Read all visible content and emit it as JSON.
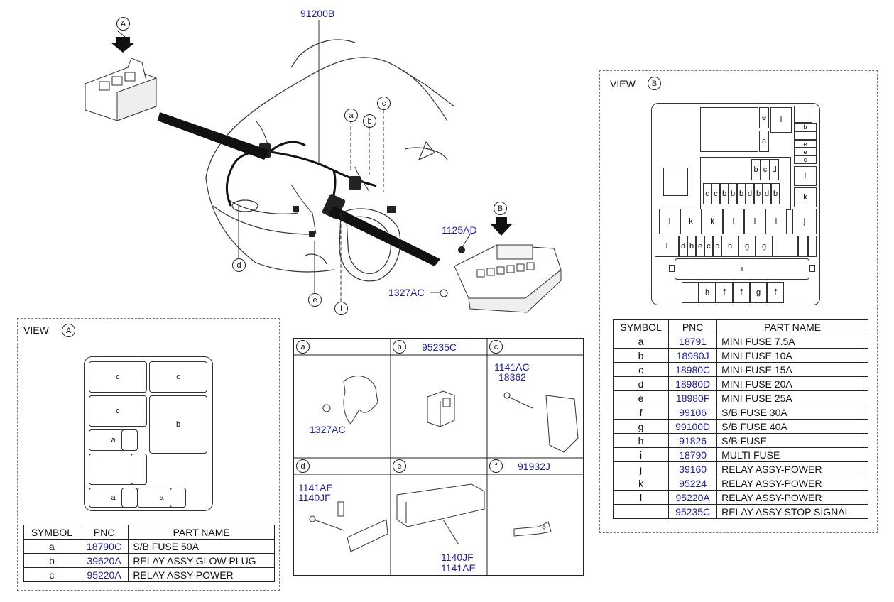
{
  "main": {
    "part_91200B": "91200B",
    "arrow_a": "A",
    "arrow_b": "B",
    "part_1125AD": "1125AD",
    "part_1327AC": "1327AC",
    "callouts": [
      "a",
      "b",
      "c",
      "d",
      "e",
      "f"
    ]
  },
  "view_a": {
    "title": "VIEW",
    "letter": "A",
    "slots": {
      "c": "c",
      "b": "b",
      "a": "a"
    },
    "table": {
      "headers": [
        "SYMBOL",
        "PNC",
        "PART NAME"
      ],
      "rows": [
        {
          "symbol": "a",
          "pnc": "18790C",
          "name": "S/B FUSE 50A"
        },
        {
          "symbol": "b",
          "pnc": "39620A",
          "name": "RELAY ASSY-GLOW PLUG"
        },
        {
          "symbol": "c",
          "pnc": "95220A",
          "name": "RELAY ASSY-POWER"
        }
      ]
    }
  },
  "view_b": {
    "title": "VIEW",
    "letter": "B",
    "table": {
      "headers": [
        "SYMBOL",
        "PNC",
        "PART NAME"
      ],
      "rows": [
        {
          "symbol": "a",
          "pnc": "18791",
          "name": "MINI FUSE 7.5A"
        },
        {
          "symbol": "b",
          "pnc": "18980J",
          "name": "MINI FUSE 10A"
        },
        {
          "symbol": "c",
          "pnc": "18980C",
          "name": "MINI FUSE 15A"
        },
        {
          "symbol": "d",
          "pnc": "18980D",
          "name": "MINI FUSE 20A"
        },
        {
          "symbol": "e",
          "pnc": "18980F",
          "name": "MINI FUSE 25A"
        },
        {
          "symbol": "f",
          "pnc": "99106",
          "name": "S/B FUSE 30A"
        },
        {
          "symbol": "g",
          "pnc": "99100D",
          "name": "S/B FUSE 40A"
        },
        {
          "symbol": "h",
          "pnc": "91826",
          "name": "S/B FUSE"
        },
        {
          "symbol": "i",
          "pnc": "18790",
          "name": "MULTI FUSE"
        },
        {
          "symbol": "j",
          "pnc": "39160",
          "name": "RELAY ASSY-POWER"
        },
        {
          "symbol": "k",
          "pnc": "95224",
          "name": "RELAY ASSY-POWER"
        },
        {
          "symbol": "l",
          "pnc": "95220A",
          "name": "RELAY ASSY-POWER"
        },
        {
          "symbol": "",
          "pnc": "95235C",
          "name": "RELAY ASSY-STOP SIGNAL"
        }
      ]
    }
  },
  "details": {
    "a": {
      "letter": "a",
      "part": "1327AC"
    },
    "b": {
      "letter": "b",
      "pnc": "95235C"
    },
    "c": {
      "letter": "c",
      "part1": "1141AC",
      "part2": "18362"
    },
    "d": {
      "letter": "d",
      "part1": "1141AE",
      "part2": "1140JF"
    },
    "e": {
      "letter": "e",
      "part1": "1140JF",
      "part2": "1141AE"
    },
    "f": {
      "letter": "f",
      "pnc": "91932J"
    }
  },
  "colors": {
    "pnc": "#1c1ca8",
    "line": "#222222",
    "dash": "#777777"
  }
}
